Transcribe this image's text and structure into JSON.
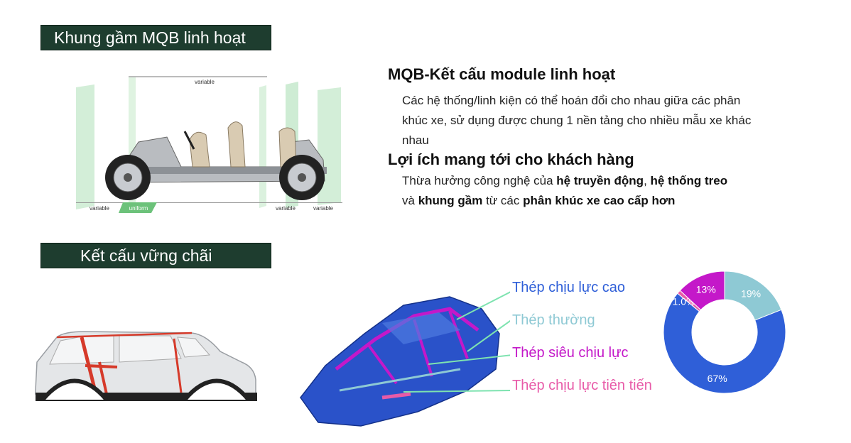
{
  "section1": {
    "tag": "Khung gầm MQB linh hoạt",
    "platform_labels": {
      "top": "variable",
      "left": "variable",
      "uniform": "uniform",
      "right1": "variable",
      "right2": "variable"
    },
    "heading1": "MQB-Kết cấu module linh hoạt",
    "para1": "Các hệ thống/linh kiện có thể hoán đổi cho nhau giữa các phân khúc xe, sử dụng được chung 1 nền tảng cho nhiều mẫu xe khác nhau",
    "heading2": "Lợi ích mang tới cho khách hàng",
    "para2": {
      "t1": "Thừa hưởng công nghệ của ",
      "b1": "hệ truyền động",
      "t2": ", ",
      "b2": "hệ thống treo",
      "t3": " và ",
      "b3": "khung gầm",
      "t4": " từ các ",
      "b4": "phân khúc xe cao cấp hơn"
    }
  },
  "section2": {
    "tag": "Kết cấu vững chãi"
  },
  "colors": {
    "tag_bg": "#1e3d2f",
    "blue": "#2f5fd8",
    "light_blue": "#8ec9d4",
    "magenta": "#c418c9",
    "pink": "#e85ba8",
    "pointer": "#7ee3b0"
  },
  "chart_data": {
    "type": "pie",
    "donut": true,
    "categories": [
      "Thép chịu lực cao",
      "Thép thường",
      "Thép siêu chịu lực",
      "Thép chịu lực tiên tiến"
    ],
    "values": [
      67,
      19,
      13,
      1
    ],
    "value_labels": [
      "67%",
      "19%",
      "13%",
      "1.0%"
    ],
    "colors": [
      "#2f5fd8",
      "#8ec9d4",
      "#c418c9",
      "#e85ba8"
    ],
    "legend_colors": [
      "#2f5fd8",
      "#8ec9d4",
      "#c418c9",
      "#e85ba8"
    ]
  }
}
